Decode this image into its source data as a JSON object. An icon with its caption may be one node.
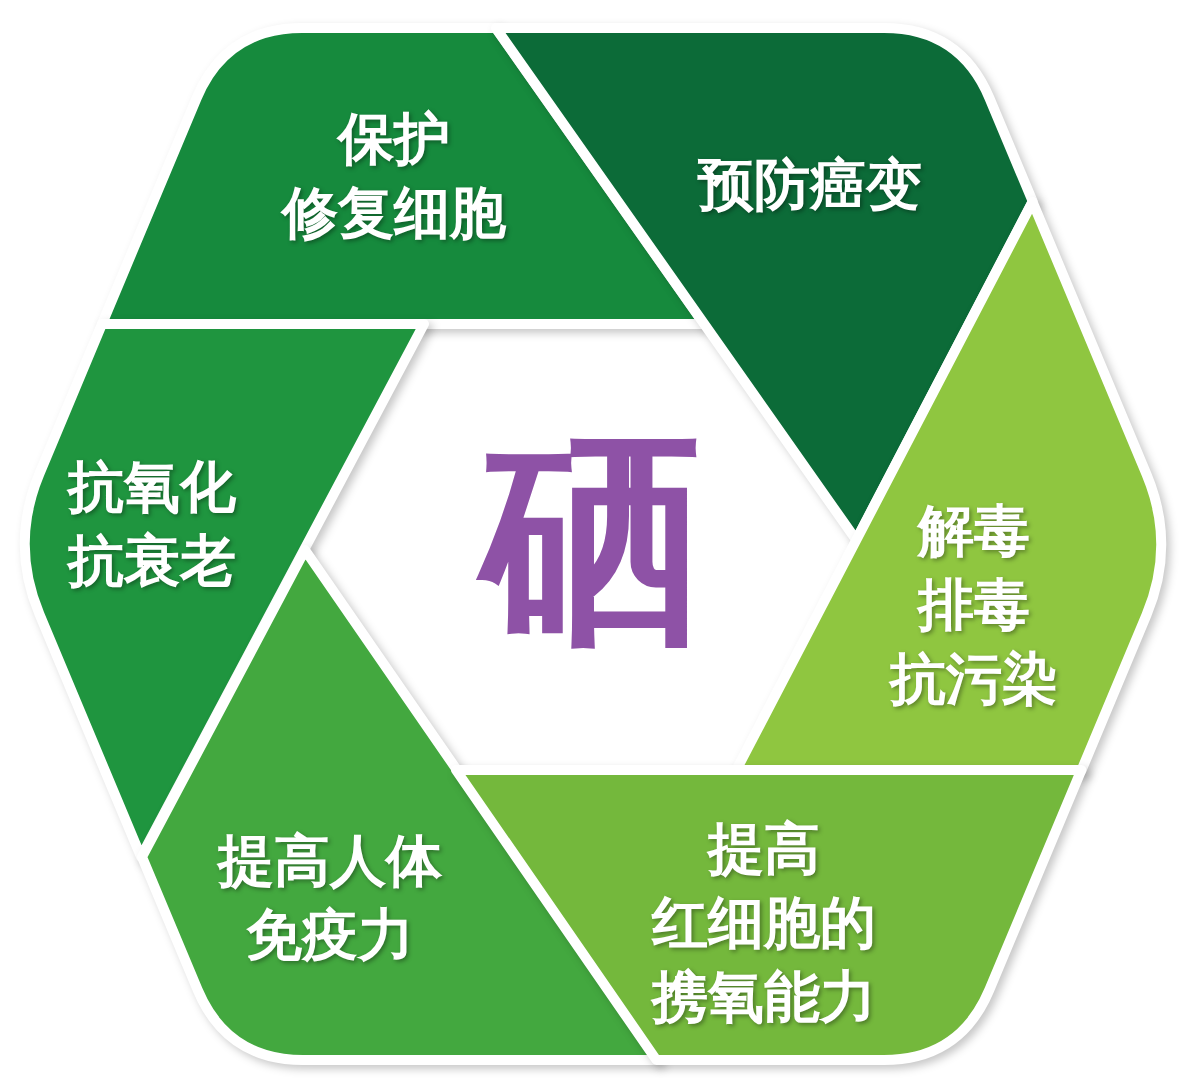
{
  "diagram": {
    "nodes": [
      {
        "text": [
          "保护修复细胞"
        ]
      },
      {
        "text": [
          "预防癌变"
        ]
      },
      {
        "text": [
          "抗氧化抗衰老"
        ]
      },
      {
        "text": [
          "解毒排毒抗污染"
        ]
      },
      {
        "text": [
          "提高人体免疫力"
        ]
      },
      {
        "text": [
          "提高红细胞的携氧能力"
        ]
      }
    ],
    "labels": [
      "硒"
    ]
  }
}
